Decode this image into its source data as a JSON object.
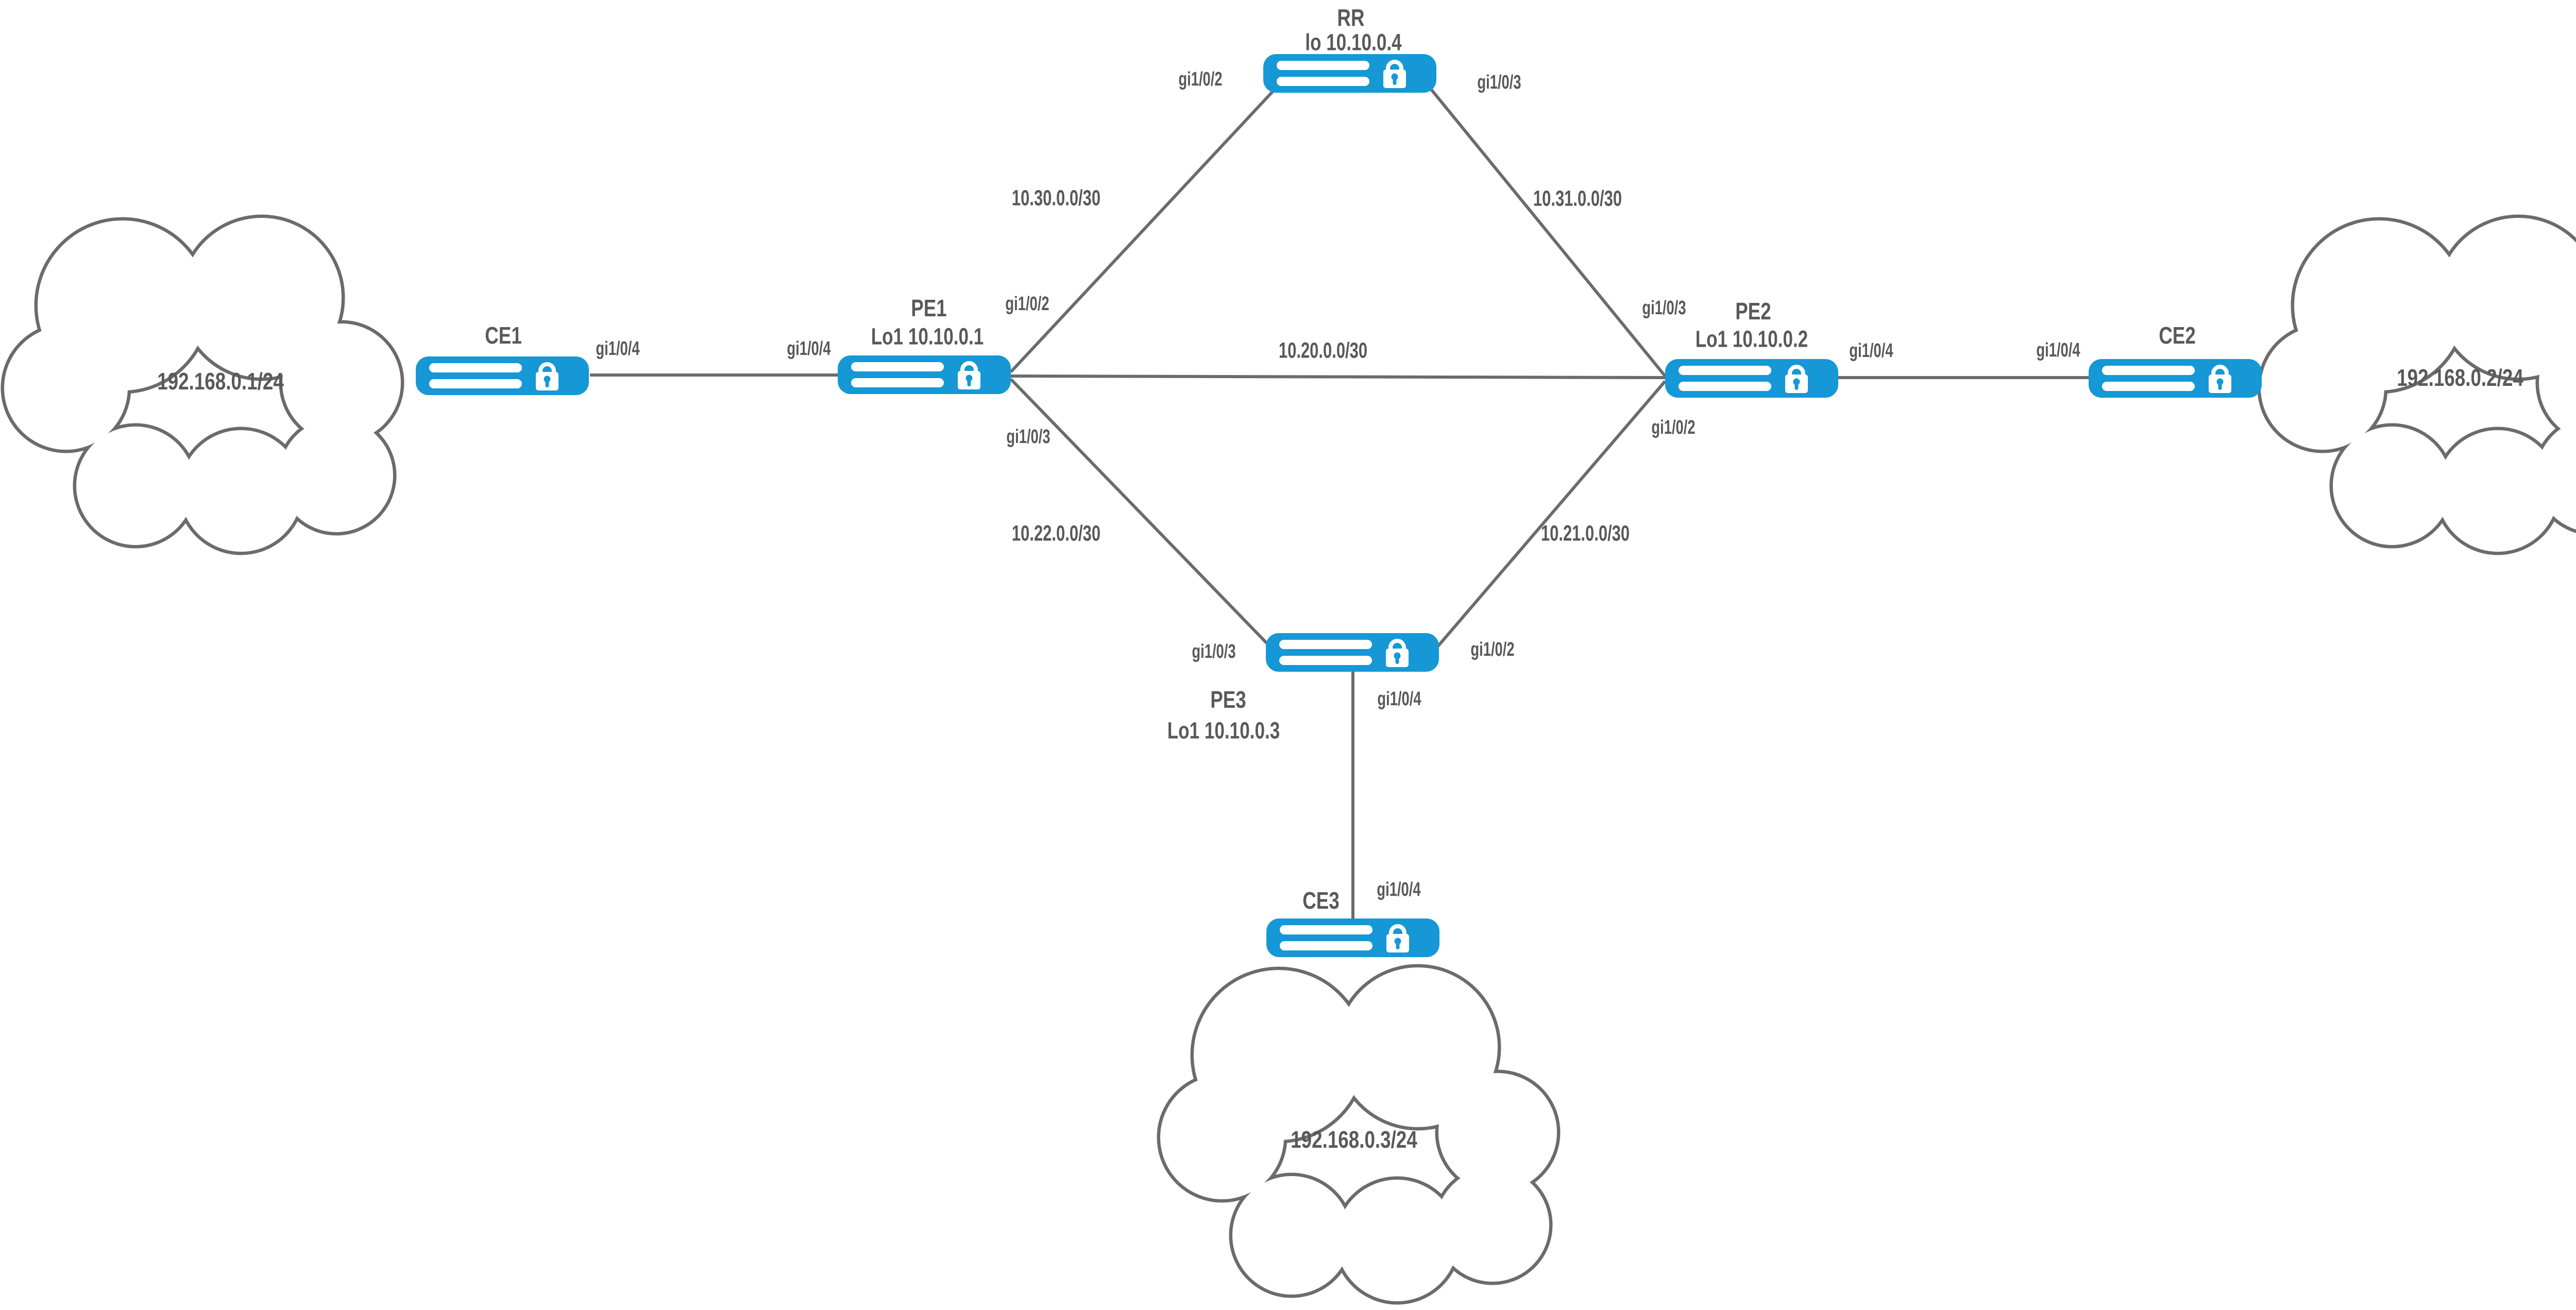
{
  "colors": {
    "device_fill": "#1598d5",
    "line": "#6b6b6b",
    "text": "#595959",
    "background": "#ffffff"
  },
  "nodes": {
    "rr": {
      "name": "RR",
      "loopback": "lo 10.10.0.4"
    },
    "pe1": {
      "name": "PE1",
      "loopback": "Lo1 10.10.0.1"
    },
    "pe2": {
      "name": "PE2",
      "loopback": "Lo1 10.10.0.2"
    },
    "pe3": {
      "name": "PE3",
      "loopback": "Lo1 10.10.0.3"
    },
    "ce1": {
      "name": "CE1"
    },
    "ce2": {
      "name": "CE2"
    },
    "ce3": {
      "name": "CE3"
    }
  },
  "clouds": {
    "left": {
      "subnet": "192.168.0.1/24"
    },
    "right": {
      "subnet": "192.168.0.2/24"
    },
    "bottom": {
      "subnet": "192.168.0.3/24"
    }
  },
  "links": {
    "pe1_rr": {
      "subnet": "10.30.0.0/30"
    },
    "rr_pe2": {
      "subnet": "10.31.0.0/30"
    },
    "pe1_pe2": {
      "subnet": "10.20.0.0/30"
    },
    "pe1_pe3": {
      "subnet": "10.22.0.0/30"
    },
    "pe2_pe3": {
      "subnet": "10.21.0.0/30"
    }
  },
  "interfaces": {
    "ce1_to_pe1": "gi1/0/4",
    "pe1_to_ce1": "gi1/0/4",
    "pe1_to_rr": "gi1/0/2",
    "pe1_to_pe3": "gi1/0/3",
    "rr_to_pe1": "gi1/0/2",
    "rr_to_pe2": "gi1/0/3",
    "pe2_to_rr": "gi1/0/3",
    "pe2_to_pe3": "gi1/0/2",
    "pe2_to_ce2": "gi1/0/4",
    "ce2_to_pe2": "gi1/0/4",
    "pe3_to_pe1": "gi1/0/3",
    "pe3_to_pe2": "gi1/0/2",
    "pe3_to_ce3": "gi1/0/4",
    "ce3_to_pe3": "gi1/0/4"
  }
}
